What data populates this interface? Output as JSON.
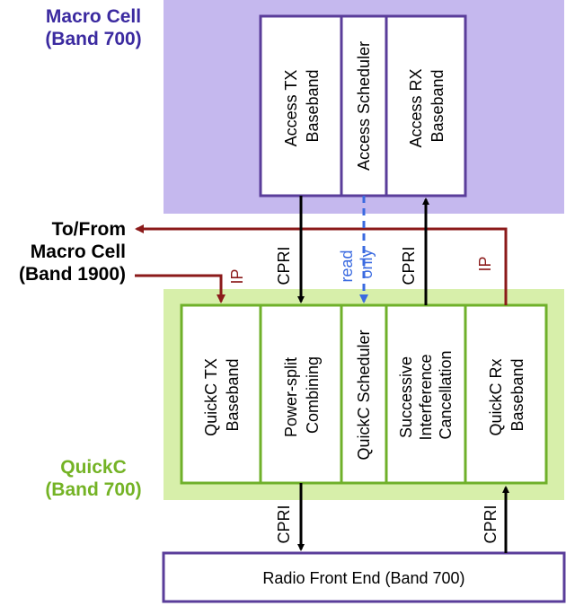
{
  "colors": {
    "macro_region": "#c5b8ee",
    "quickc_region": "#d7efaa",
    "box_border_purple": "#5a3d9a",
    "box_border_green": "#6fb02a",
    "macro_title": "#3b2aa0",
    "quickc_title": "#74b325",
    "ip_arrow": "#8b1a1a",
    "read_only": "#3a6ae0",
    "black": "#000000"
  },
  "macro_cell": {
    "title_line1": "Macro Cell",
    "title_line2": "(Band 700)",
    "blocks": [
      {
        "line1": "Access TX",
        "line2": "Baseband"
      },
      {
        "line1": "Access Scheduler",
        "line2": ""
      },
      {
        "line1": "Access RX",
        "line2": "Baseband"
      }
    ]
  },
  "quickc": {
    "title_line1": "QuickC",
    "title_line2": "(Band 700)",
    "blocks": [
      {
        "lines": [
          "QuickC TX",
          "Baseband"
        ]
      },
      {
        "lines": [
          "Power-split",
          "Combining"
        ]
      },
      {
        "lines": [
          "QuickC Scheduler"
        ]
      },
      {
        "lines": [
          "Successive",
          "Interference",
          "Cancellation"
        ]
      },
      {
        "lines": [
          "QuickC Rx",
          "Baseband"
        ]
      }
    ]
  },
  "external": {
    "line1": "To/From",
    "line2": "Macro Cell",
    "line3": "(Band 1900)"
  },
  "links": {
    "cpri_tx": "CPRI",
    "cpri_rx": "CPRI",
    "read_line1": "read",
    "read_line2": "only",
    "ip_left": "IP",
    "ip_right": "IP",
    "cpri_down": "CPRI",
    "cpri_up": "CPRI"
  },
  "radio_front_end": {
    "label": "Radio Front End (Band 700)"
  }
}
